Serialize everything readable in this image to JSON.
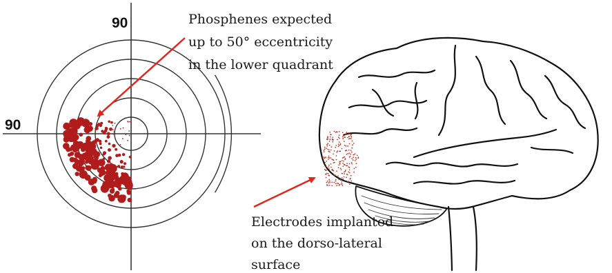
{
  "visual_field": {
    "top_label": "90",
    "left_label": "90",
    "phosphene_color": "#b01c1c"
  },
  "annotations": {
    "phosphenes": [
      "Phosphenes expected",
      "up to 50° eccentricity",
      "in the lower quadrant"
    ],
    "electrodes": [
      "Electrodes  implanted",
      "on the dorso-lateral",
      "surface"
    ],
    "arrow_color": "#e0271f"
  },
  "brain": {
    "outline_color": "#111111",
    "electrode_color": "#c0392b"
  }
}
